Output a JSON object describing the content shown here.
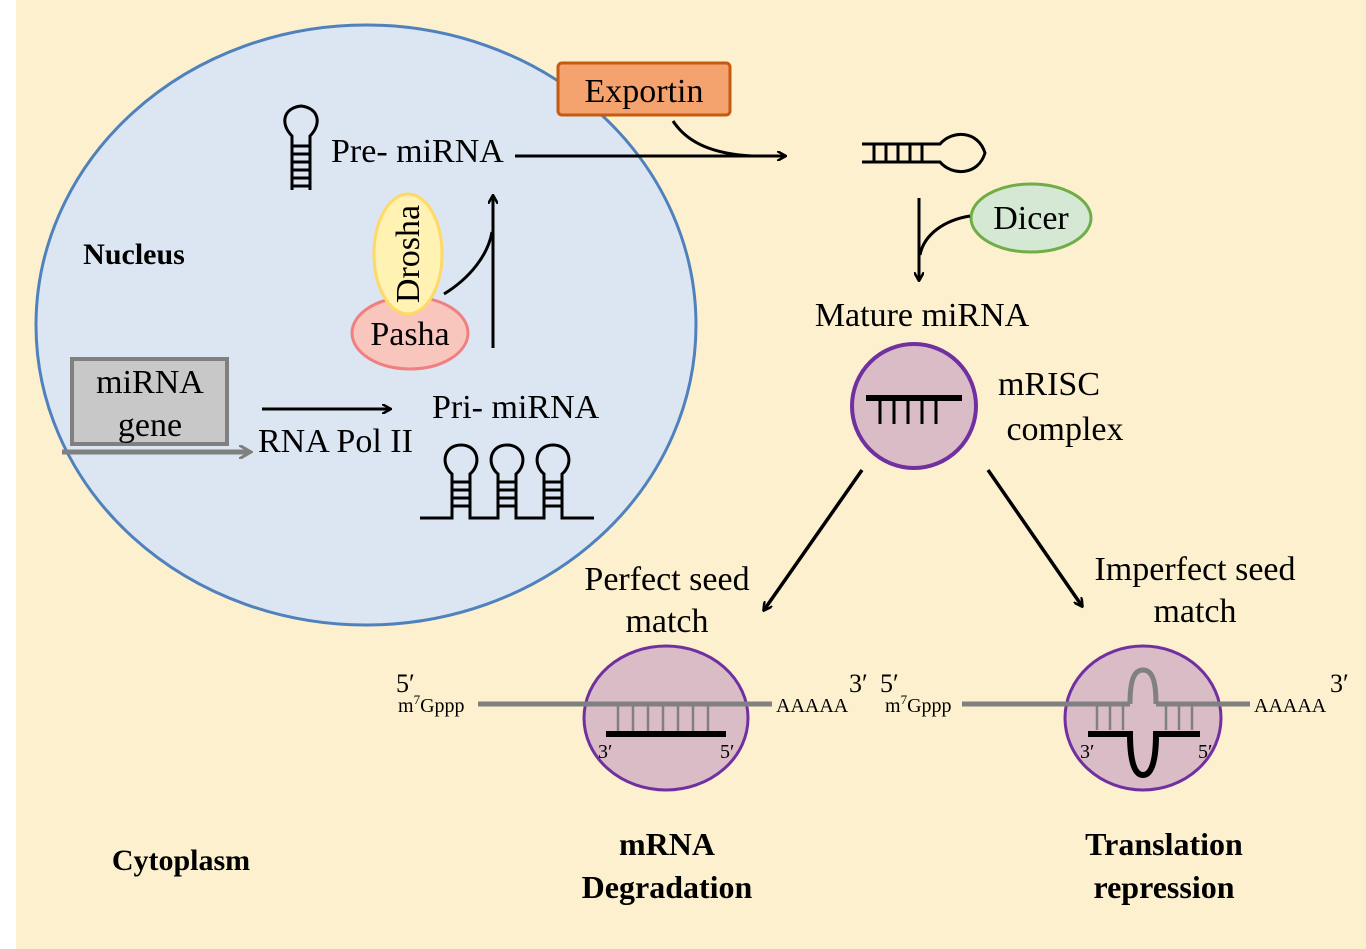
{
  "labels": {
    "nucleus": "Nucleus",
    "cytoplasm": "Cytoplasm",
    "exportin": "Exportin",
    "pre_mirna": "Pre- miRNA",
    "drosha": "Drosha",
    "pasha": "Pasha",
    "mirna_gene_line1": "miRNA",
    "mirna_gene_line2": "gene",
    "rna_pol": "RNA Pol II",
    "pri_mirna": "Pri- miRNA",
    "dicer": "Dicer",
    "mature_mirna": "Mature miRNA",
    "mrisc_line1": "mRISC",
    "mrisc_line2": "complex",
    "perfect_line1": "Perfect seed",
    "perfect_line2": "match",
    "imperfect_line1": "Imperfect seed",
    "imperfect_line2": "match",
    "degradation_line1": "mRNA",
    "degradation_line2": "Degradation",
    "repression_line1": "Translation",
    "repression_line2": "repression",
    "five_prime": "5′",
    "three_prime": "3′",
    "cap_m": "m",
    "cap_sup": "7",
    "cap_gppp": "Gppp",
    "poly_a": "AAAAA"
  },
  "colors": {
    "background": "#FDF0CF",
    "nucleus_fill": "#DCE6F2",
    "nucleus_stroke": "#4F81BD",
    "label_red": "#FF0000",
    "exportin_fill": "#F4A26E",
    "exportin_stroke": "#C55A11",
    "dicer_fill": "#D5E8D4",
    "dicer_stroke": "#70AD47",
    "drosha_fill": "#FFF2B3",
    "drosha_stroke": "#FFD966",
    "pasha_fill": "#F8C6BC",
    "pasha_stroke": "#F08080",
    "risc_fill": "#D9BCC6",
    "risc_stroke": "#7030A0",
    "gene_fill": "#C8C8C8",
    "gene_stroke": "#808080",
    "mrna_line": "#808080"
  }
}
